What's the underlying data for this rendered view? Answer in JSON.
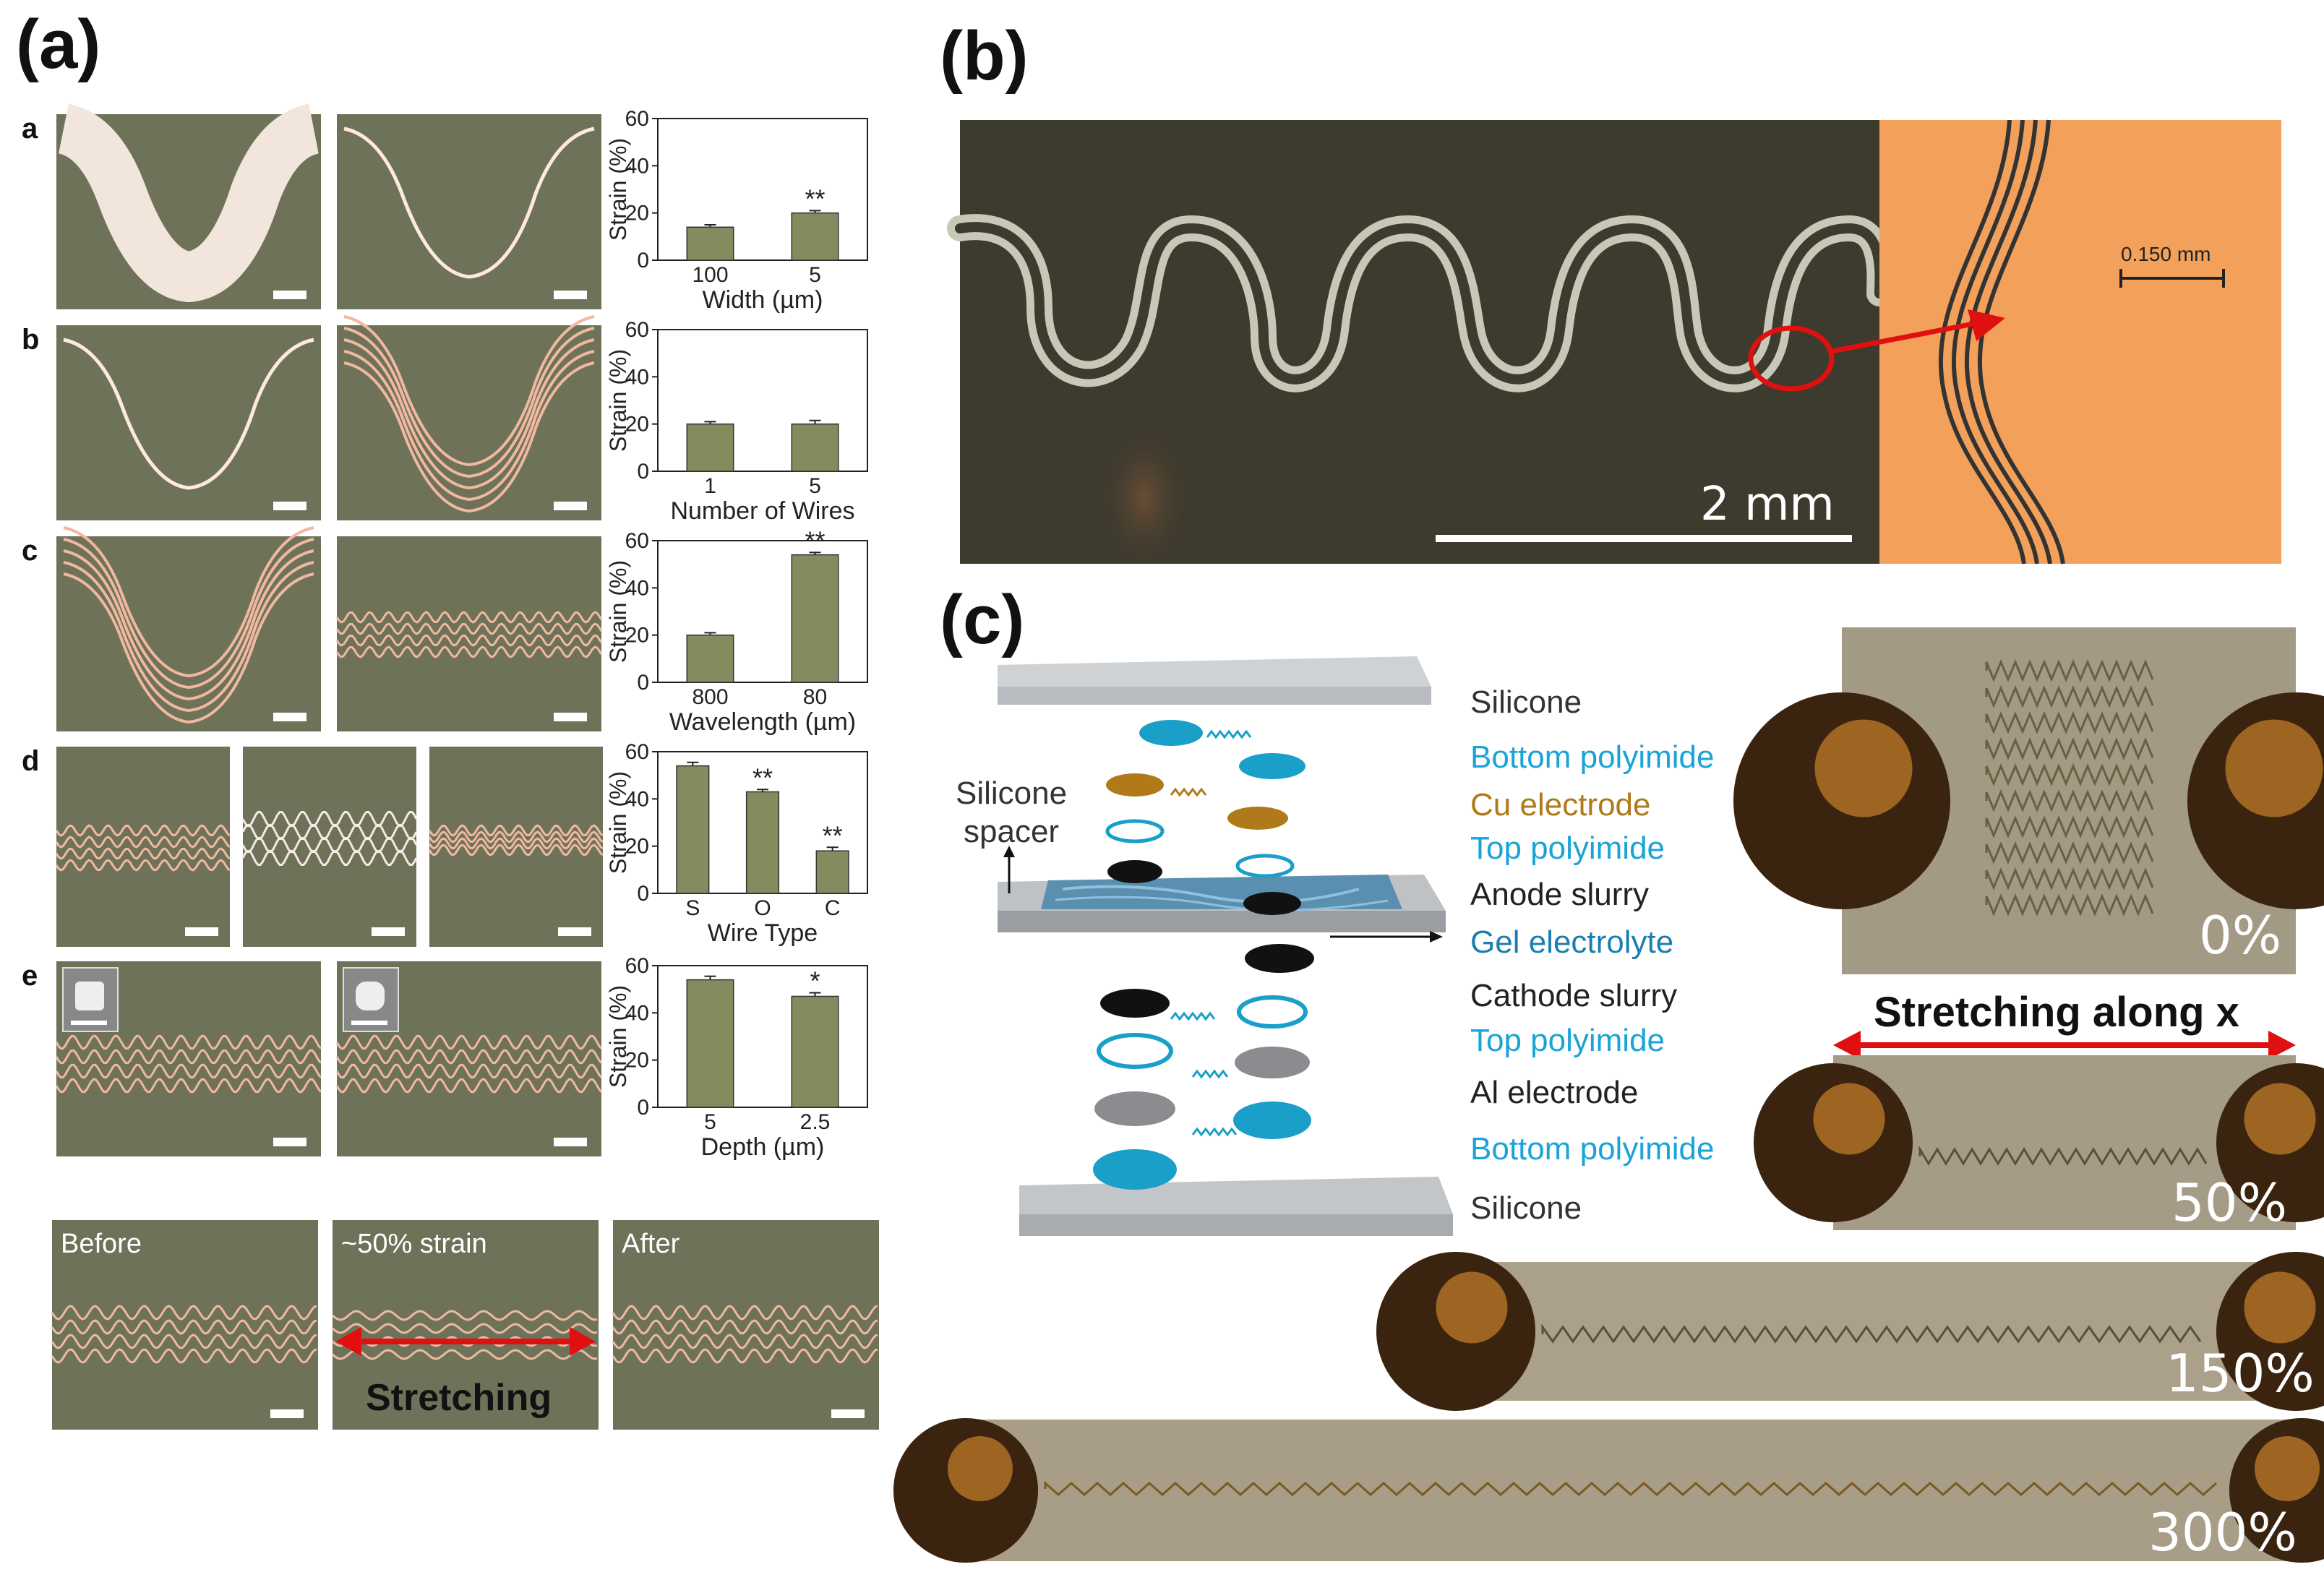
{
  "panel_labels": {
    "a": "(a)",
    "b": "(b)",
    "c": "(c)"
  },
  "row_labels": [
    "a",
    "b",
    "c",
    "d",
    "e"
  ],
  "charts": [
    {
      "type": "bar",
      "ylabel": "Strain (%)",
      "xlabel": "Width (µm)",
      "categories": [
        "100",
        "5"
      ],
      "values": [
        14,
        20
      ],
      "errors": [
        1,
        1
      ],
      "sig": [
        "",
        "**"
      ],
      "yticks": [
        "0",
        "20",
        "40",
        "60"
      ],
      "ylim": [
        0,
        60
      ]
    },
    {
      "type": "bar",
      "ylabel": "Strain (%)",
      "xlabel": "Number of Wires",
      "categories": [
        "1",
        "5"
      ],
      "values": [
        20,
        20
      ],
      "errors": [
        1,
        1.5
      ],
      "sig": [
        "",
        ""
      ],
      "yticks": [
        "0",
        "20",
        "40",
        "60"
      ],
      "ylim": [
        0,
        60
      ]
    },
    {
      "type": "bar",
      "ylabel": "Strain (%)",
      "xlabel": "Wavelength (µm)",
      "categories": [
        "800",
        "80"
      ],
      "values": [
        20,
        54
      ],
      "errors": [
        1,
        1
      ],
      "sig": [
        "",
        "**"
      ],
      "yticks": [
        "0",
        "20",
        "40",
        "60"
      ],
      "ylim": [
        0,
        60
      ]
    },
    {
      "type": "bar",
      "ylabel": "Strain (%)",
      "xlabel": "Wire Type",
      "categories": [
        "S",
        "O",
        "C"
      ],
      "values": [
        54,
        43,
        18
      ],
      "errors": [
        1.5,
        1,
        1.5
      ],
      "sig": [
        "",
        "**",
        "**"
      ],
      "yticks": [
        "0",
        "20",
        "40",
        "60"
      ],
      "ylim": [
        0,
        60
      ]
    },
    {
      "type": "bar",
      "ylabel": "Strain (%)",
      "xlabel": "Depth (µm)",
      "categories": [
        "5",
        "2.5"
      ],
      "values": [
        54,
        47
      ],
      "errors": [
        1.5,
        1.5
      ],
      "sig": [
        "",
        "*"
      ],
      "yticks": [
        "0",
        "20",
        "40",
        "60"
      ],
      "ylim": [
        0,
        60
      ]
    }
  ],
  "stretch_panels": {
    "before": "Before",
    "strain": "~50% strain",
    "after": "After",
    "stretching": "Stretching"
  },
  "panel_b": {
    "scale_main": "2 mm",
    "scale_inset": "0.150 mm"
  },
  "panel_c": {
    "spacer": [
      "Silicone",
      "spacer"
    ],
    "layers": [
      {
        "text": "Silicone",
        "color": "#333333"
      },
      {
        "text": "Bottom polyimide",
        "color": "#1aa3d6"
      },
      {
        "text": "Cu electrode",
        "color": "#b07a1a"
      },
      {
        "text": "Top polyimide",
        "color": "#1aa3d6"
      },
      {
        "text": "Anode slurry",
        "color": "#222222"
      },
      {
        "text": "Gel electrolyte",
        "color": "#1a7fb0"
      },
      {
        "text": "Cathode slurry",
        "color": "#222222"
      },
      {
        "text": "Top polyimide",
        "color": "#1aa3d6"
      },
      {
        "text": "Al electrode",
        "color": "#222222"
      },
      {
        "text": "Bottom polyimide",
        "color": "#1aa3d6"
      },
      {
        "text": "Silicone",
        "color": "#333333"
      }
    ],
    "stretch_label": "Stretching along x",
    "percents": [
      "0%",
      "50%",
      "150%",
      "300%"
    ]
  },
  "colors": {
    "bar": "#858b5e",
    "photo_bg": "#6e7258",
    "wire": "#f0b8a0",
    "arrow": "#e01010",
    "orange": "#f3a15a"
  }
}
